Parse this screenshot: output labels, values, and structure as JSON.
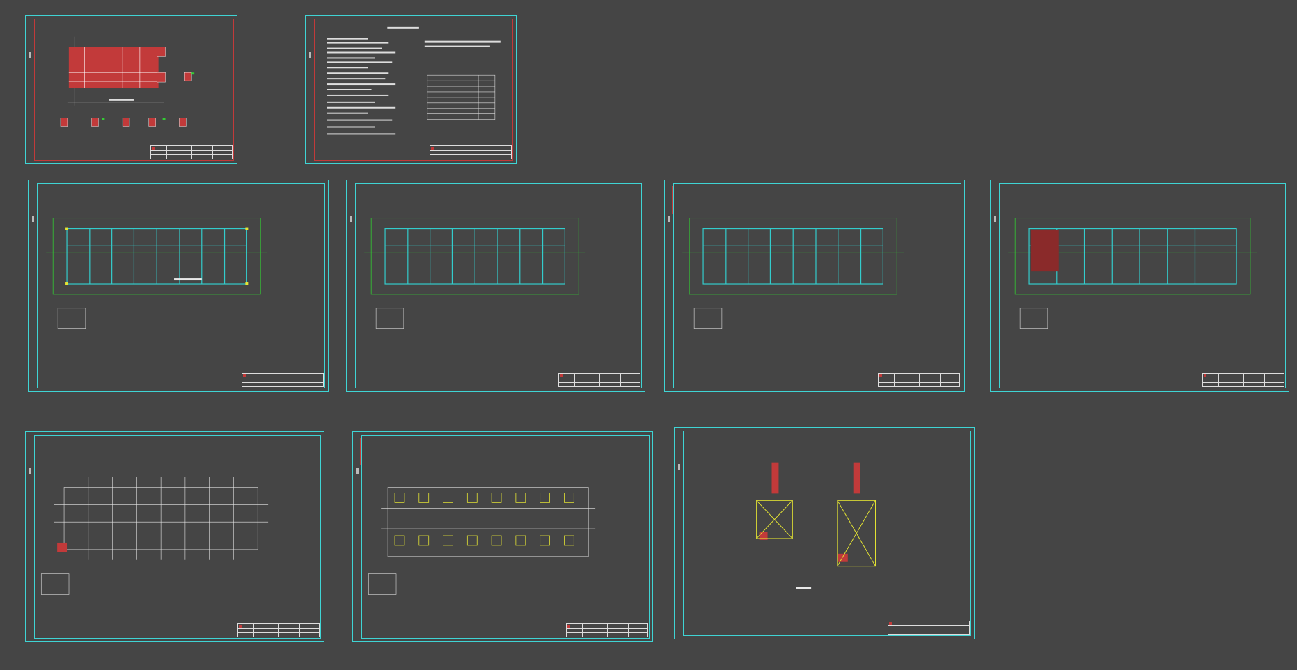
{
  "viewport": {
    "background": "#454545",
    "frame_color": "#3fd4d4",
    "accent_red": "#c23a3a",
    "grid_green": "#33cc33",
    "beam_cyan": "#33cccc",
    "mark_yellow": "#e6e633"
  },
  "sheets": [
    {
      "id": "sheet-1",
      "kind": "column-detail"
    },
    {
      "id": "sheet-2",
      "kind": "design-notes"
    },
    {
      "id": "sheet-3",
      "kind": "floor-plan"
    },
    {
      "id": "sheet-4",
      "kind": "floor-plan"
    },
    {
      "id": "sheet-5",
      "kind": "floor-plan"
    },
    {
      "id": "sheet-6",
      "kind": "roof-plan"
    },
    {
      "id": "sheet-7",
      "kind": "column-layout"
    },
    {
      "id": "sheet-8",
      "kind": "foundation-plan"
    },
    {
      "id": "sheet-9",
      "kind": "foundation-detail"
    }
  ]
}
